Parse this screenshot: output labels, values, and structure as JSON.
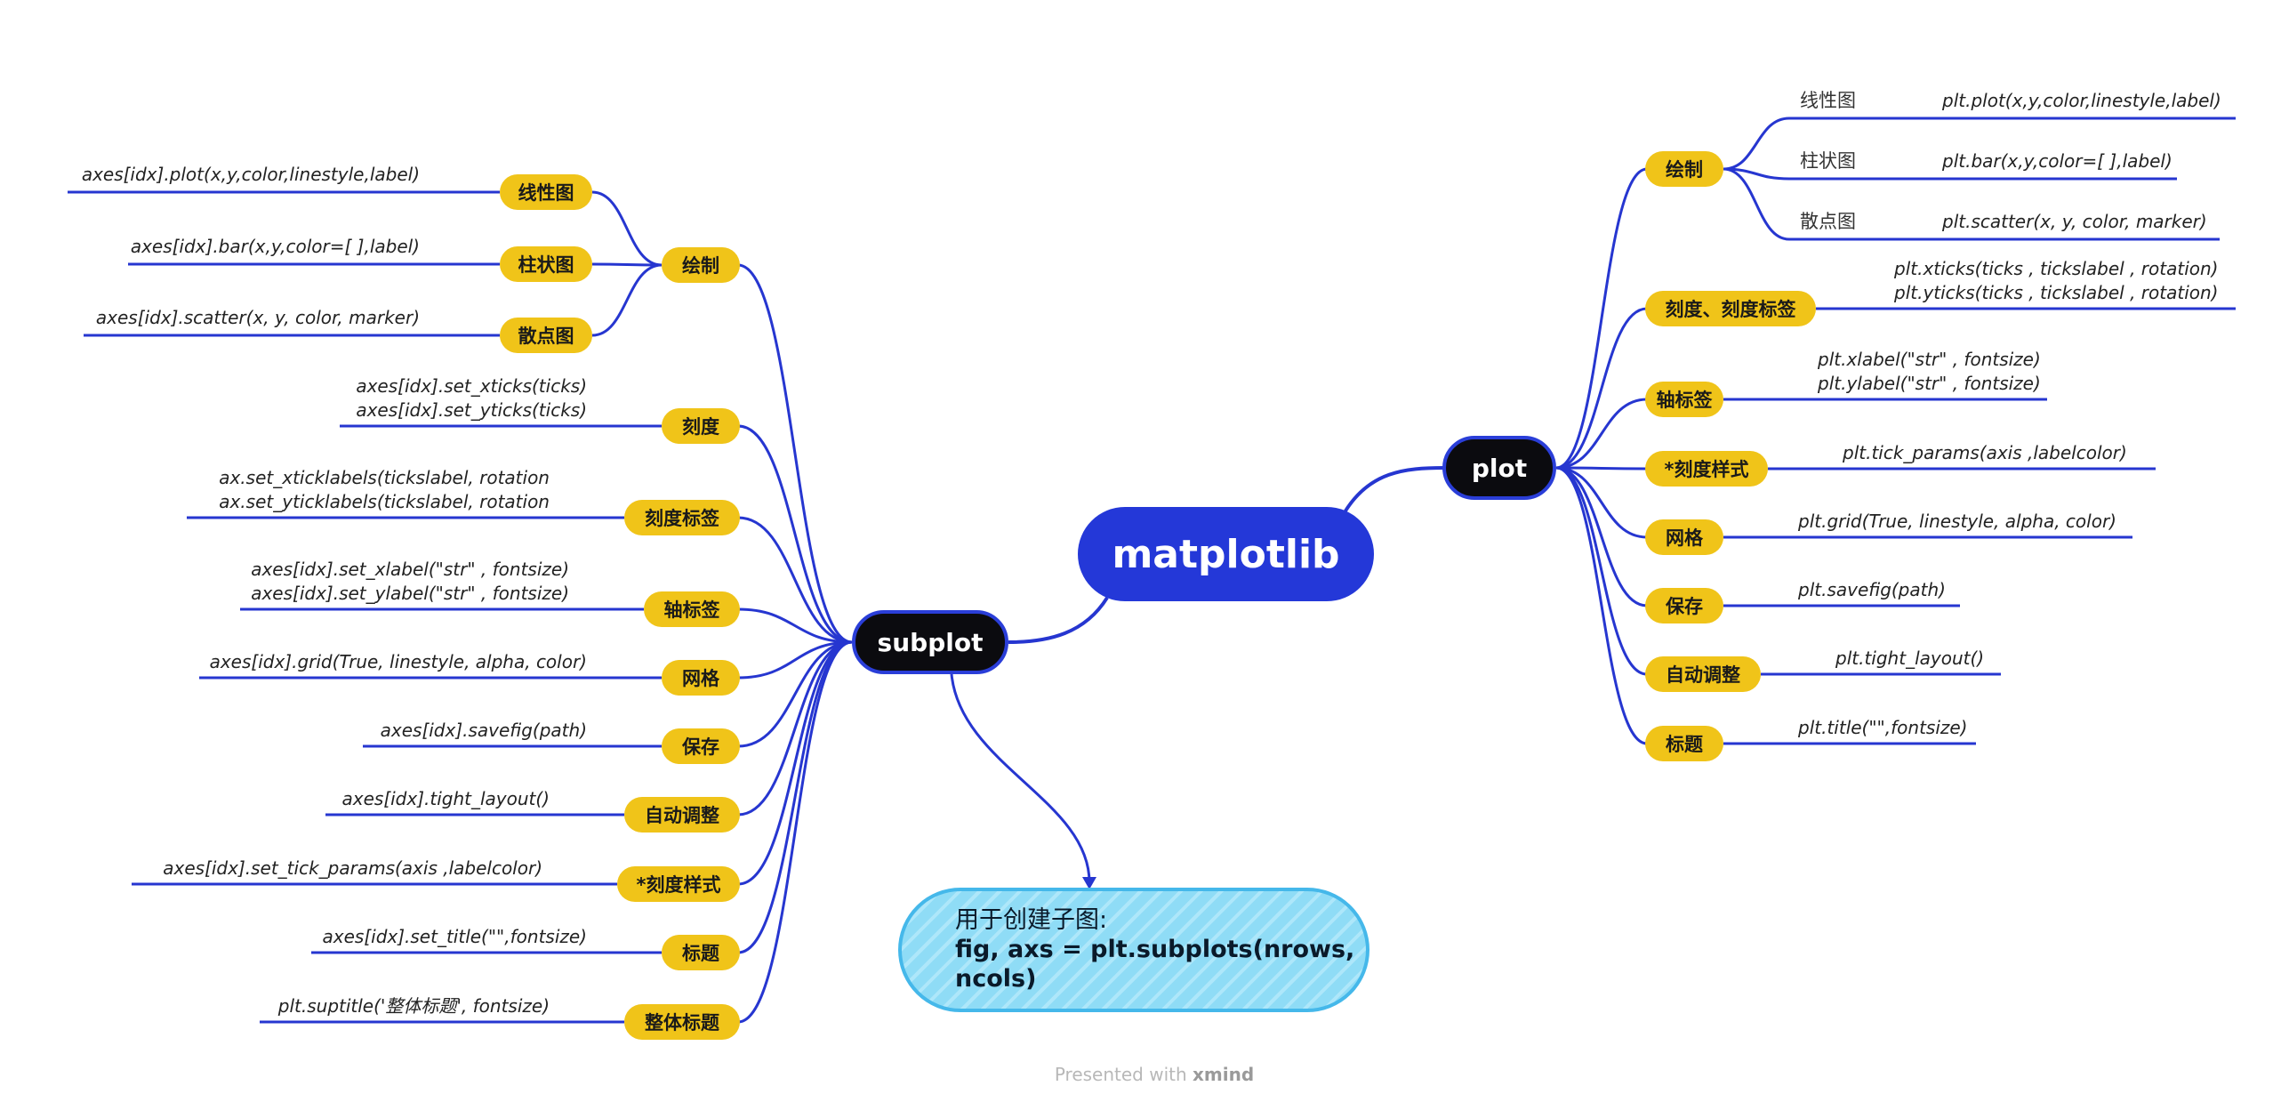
{
  "root": {
    "label": "matplotlib"
  },
  "plot": {
    "label": "plot",
    "branches": [
      {
        "label": "绘制",
        "children": [
          {
            "label": "线性图",
            "code": "plt.plot(x,y,color,linestyle,label)"
          },
          {
            "label": "柱状图",
            "code": "plt.bar(x,y,color=[ ],label)"
          },
          {
            "label": "散点图",
            "code": "plt.scatter(x, y, color, marker)"
          }
        ]
      },
      {
        "label": "刻度、刻度标签",
        "code": [
          "plt.xticks(ticks , tickslabel , rotation)",
          "plt.yticks(ticks , tickslabel , rotation)"
        ]
      },
      {
        "label": "轴标签",
        "code": [
          "plt.xlabel(\"str\" , fontsize)",
          "plt.ylabel(\"str\" , fontsize)"
        ]
      },
      {
        "label": "*刻度样式",
        "code": [
          "plt.tick_params(axis ,labelcolor)"
        ]
      },
      {
        "label": "网格",
        "code": [
          "plt.grid(True, linestyle, alpha, color)"
        ]
      },
      {
        "label": "保存",
        "code": [
          "plt.savefig(path)"
        ]
      },
      {
        "label": "自动调整",
        "code": [
          "plt.tight_layout()"
        ]
      },
      {
        "label": "标题",
        "code": [
          "plt.title(\"\",fontsize)"
        ]
      }
    ]
  },
  "subplot": {
    "label": "subplot",
    "branches": [
      {
        "label": "绘制",
        "children": [
          {
            "label": "线性图",
            "code": "axes[idx].plot(x,y,color,linestyle,label)"
          },
          {
            "label": "柱状图",
            "code": "axes[idx].bar(x,y,color=[ ],label)"
          },
          {
            "label": "散点图",
            "code": "axes[idx].scatter(x, y, color, marker)"
          }
        ]
      },
      {
        "label": "刻度",
        "code": [
          "axes[idx].set_xticks(ticks)",
          "axes[idx].set_yticks(ticks)"
        ]
      },
      {
        "label": "刻度标签",
        "code": [
          "ax.set_xticklabels(tickslabel, rotation",
          "ax.set_yticklabels(tickslabel, rotation"
        ]
      },
      {
        "label": "轴标签",
        "code": [
          "axes[idx].set_xlabel(\"str\" , fontsize)",
          "axes[idx].set_ylabel(\"str\" , fontsize)"
        ]
      },
      {
        "label": "网格",
        "code": [
          "axes[idx].grid(True, linestyle, alpha, color)"
        ]
      },
      {
        "label": "保存",
        "code": [
          "axes[idx].savefig(path)"
        ]
      },
      {
        "label": "自动调整",
        "code": [
          "axes[idx].tight_layout()"
        ]
      },
      {
        "label": "*刻度样式",
        "code": [
          "axes[idx].set_tick_params(axis ,labelcolor)"
        ]
      },
      {
        "label": "标题",
        "code": [
          "axes[idx].set_title(\"\",fontsize)"
        ]
      },
      {
        "label": "整体标题",
        "code": [
          "plt.suptitle('整体标题', fontsize)"
        ]
      }
    ],
    "note": {
      "line1": "用于创建子图:",
      "line2": "fig, axs = plt.subplots(nrows,",
      "line3": "ncols)"
    }
  },
  "footer": {
    "prefix": "Presented with",
    "brand": "xmind"
  },
  "colors": {
    "link": "#2636d0",
    "root": "#2438d8",
    "pill": "#f0c419",
    "main": "#0b0b0f",
    "note": "#8fdcf6"
  }
}
